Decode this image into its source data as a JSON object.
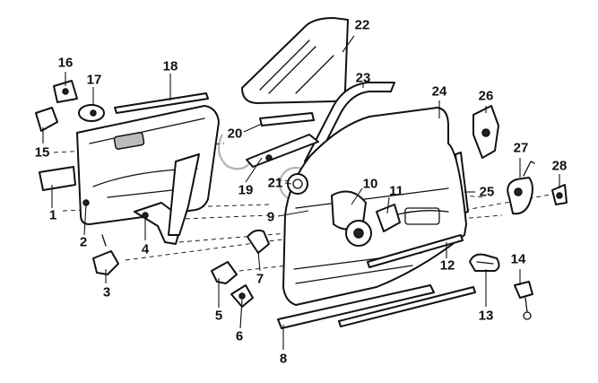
{
  "diagram": {
    "callouts": [
      {
        "id": "1",
        "label": "1"
      },
      {
        "id": "2",
        "label": "2"
      },
      {
        "id": "3",
        "label": "3"
      },
      {
        "id": "4",
        "label": "4"
      },
      {
        "id": "5",
        "label": "5"
      },
      {
        "id": "6",
        "label": "6"
      },
      {
        "id": "7",
        "label": "7"
      },
      {
        "id": "8",
        "label": "8"
      },
      {
        "id": "9",
        "label": "9"
      },
      {
        "id": "10",
        "label": "10"
      },
      {
        "id": "11",
        "label": "11"
      },
      {
        "id": "12",
        "label": "12"
      },
      {
        "id": "13",
        "label": "13"
      },
      {
        "id": "14",
        "label": "14"
      },
      {
        "id": "15",
        "label": "15"
      },
      {
        "id": "16",
        "label": "16"
      },
      {
        "id": "17",
        "label": "17"
      },
      {
        "id": "18",
        "label": "18"
      },
      {
        "id": "19",
        "label": "19"
      },
      {
        "id": "20",
        "label": "20"
      },
      {
        "id": "21",
        "label": "21"
      },
      {
        "id": "22",
        "label": "22"
      },
      {
        "id": "23",
        "label": "23"
      },
      {
        "id": "24",
        "label": "24"
      },
      {
        "id": "25",
        "label": "25"
      },
      {
        "id": "26",
        "label": "26"
      },
      {
        "id": "27",
        "label": "27"
      },
      {
        "id": "28",
        "label": "28"
      }
    ]
  }
}
